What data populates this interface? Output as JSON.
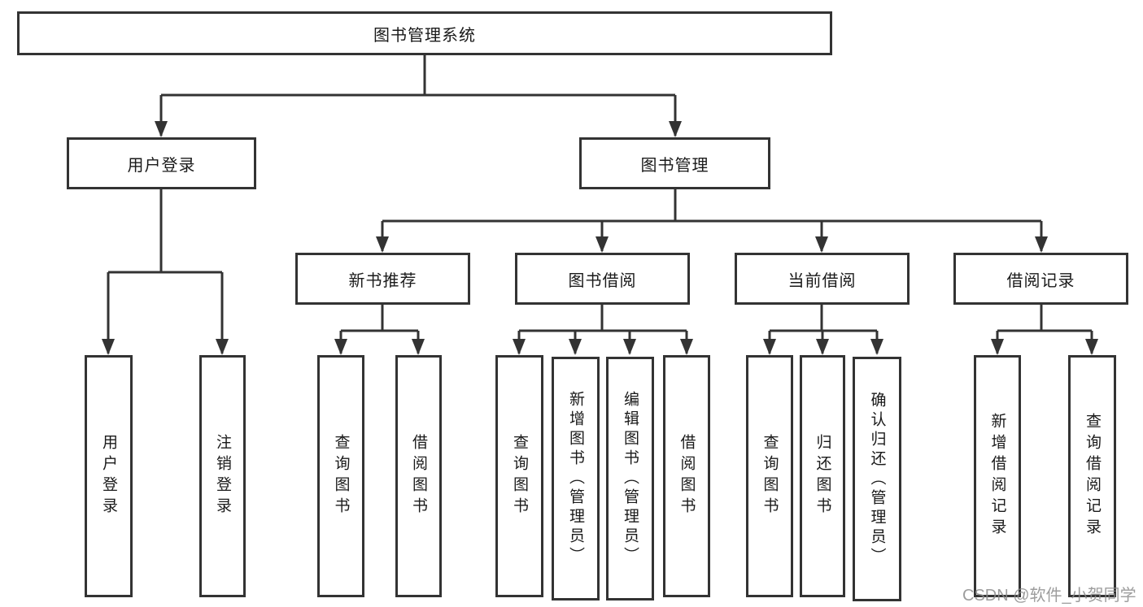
{
  "diagram": {
    "root": {
      "label": "图书管理系统"
    },
    "level2": [
      {
        "label": "用户登录"
      },
      {
        "label": "图书管理"
      }
    ],
    "level3": [
      {
        "label": "新书推荐"
      },
      {
        "label": "图书借阅"
      },
      {
        "label": "当前借阅"
      },
      {
        "label": "借阅记录"
      }
    ],
    "leaves_user_login": [
      {
        "label": "用户登录"
      },
      {
        "label": "注销登录"
      }
    ],
    "leaves_new_book_recommend": [
      {
        "label": "查询图书"
      },
      {
        "label": "借阅图书"
      }
    ],
    "leaves_book_borrow": [
      {
        "label": "查询图书"
      },
      {
        "label": "新增图书（管理员）"
      },
      {
        "label": "编辑图书（管理员）"
      },
      {
        "label": "借阅图书"
      }
    ],
    "leaves_current_borrow": [
      {
        "label": "查询图书"
      },
      {
        "label": "归还图书"
      },
      {
        "label": "确认归还（管理员）"
      }
    ],
    "leaves_borrow_records": [
      {
        "label": "新增借阅记录"
      },
      {
        "label": "查询借阅记录"
      }
    ]
  },
  "watermark": "CSDN @软件_小贺同学",
  "colors": {
    "line": "#333333",
    "text": "#1a1a1a",
    "background": "#ffffff",
    "watermark": "#8c8c8c"
  }
}
